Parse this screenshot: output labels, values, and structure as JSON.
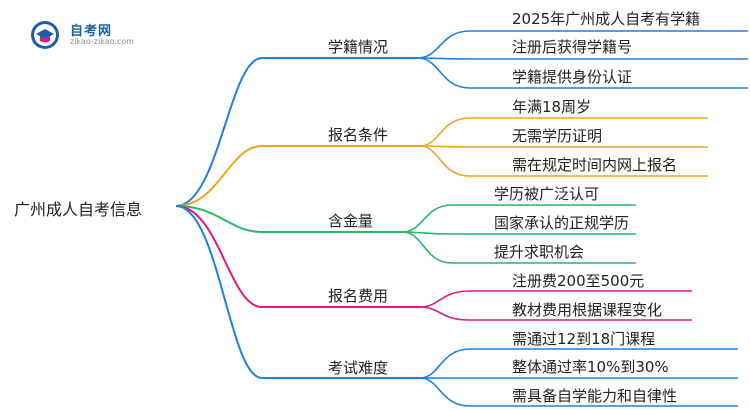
{
  "logo": {
    "title": "自考网",
    "subtitle": "zikao-zikao.com"
  },
  "root": {
    "label": "广州成人自考信息"
  },
  "branches": [
    {
      "label": "学籍情况",
      "color": "#1d7fe3",
      "leaves": [
        "2025年广州成人自考有学籍",
        "注册后获得学籍号",
        "学籍提供身份认证"
      ]
    },
    {
      "label": "报名条件",
      "color": "#f0a41b",
      "leaves": [
        "年满18周岁",
        "无需学历证明",
        "需在规定时间内网上报名"
      ]
    },
    {
      "label": "含金量",
      "color": "#27b86a",
      "leaves": [
        "学历被广泛认可",
        "国家承认的正规学历",
        "提升求职机会"
      ]
    },
    {
      "label": "报名费用",
      "color": "#e0197a",
      "leaves": [
        "注册费200至500元",
        "教材费用根据课程变化"
      ]
    },
    {
      "label": "考试难度",
      "color": "#1d7fe3",
      "leaves": [
        "需通过12到18门课程",
        "整体通过率10%到30%",
        "需具备自学能力和自律性"
      ]
    }
  ]
}
